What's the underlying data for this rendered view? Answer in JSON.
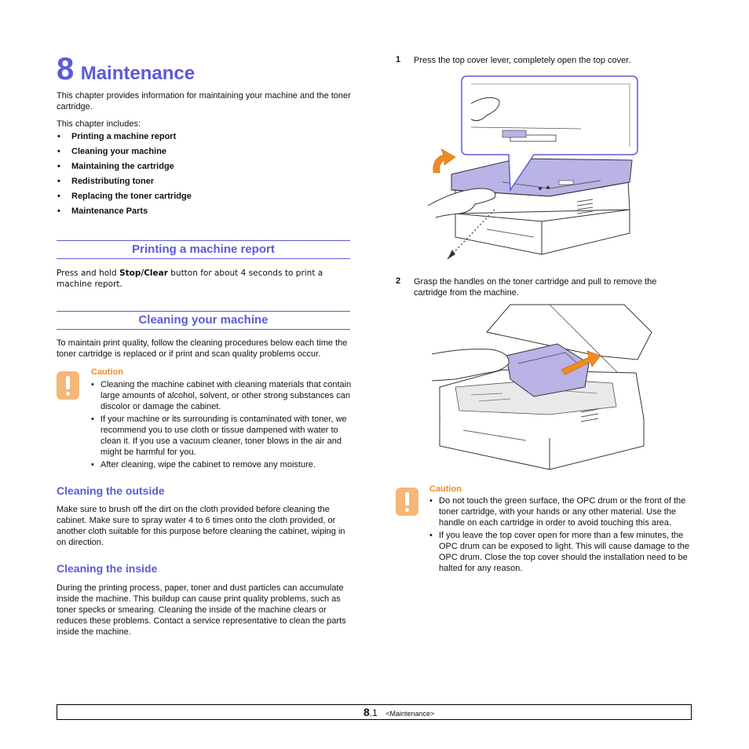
{
  "chapter": {
    "number": "8",
    "title": "Maintenance"
  },
  "intro": {
    "p1": "This chapter provides information for maintaining your machine and the toner cartridge.",
    "p2": "This chapter includes:",
    "items": [
      "Printing a machine report",
      "Cleaning your machine",
      "Maintaining the cartridge",
      "Redistributing toner",
      "Replacing the toner cartridge",
      "Maintenance Parts"
    ]
  },
  "printing": {
    "heading": "Printing a machine report",
    "text_a": "Press and hold ",
    "text_bold": "Stop/Clear",
    "text_b": " button for about 4 seconds to print a machine report."
  },
  "cleaning": {
    "heading": "Cleaning your machine",
    "text": "To maintain print quality, follow the cleaning procedures below each time the toner cartridge is replaced or if print and scan quality problems occur.",
    "caution": {
      "title": "Caution",
      "items": [
        "Cleaning the machine cabinet with cleaning materials that contain large amounts of alcohol, solvent, or other strong substances can discolor or damage the cabinet.",
        "If your machine or its surrounding is contaminated with toner, we recommend you to use cloth or tissue dampened with water to clean it. If you use a vacuum cleaner, toner blows in the air and might be harmful for you.",
        "After cleaning, wipe the cabinet to remove any moisture."
      ]
    }
  },
  "outside": {
    "heading": "Cleaning the outside",
    "text": "Make sure to brush off the dirt on the cloth provided before cleaning the cabinet. Make sure to spray water 4 to 6 times onto the cloth provided, or another cloth suitable for this purpose before cleaning the cabinet, wiping in on direction."
  },
  "inside": {
    "heading": "Cleaning the inside",
    "text": "During the printing process, paper, toner and dust particles can accumulate inside the machine. This buildup can cause print quality problems, such as toner specks or smearing. Cleaning the inside of the machine clears or reduces these problems. Contact a service representative to clean the parts inside the machine."
  },
  "steps": [
    {
      "num": "1",
      "text": "Press the top cover lever, completely open the top cover."
    },
    {
      "num": "2",
      "text": "Grasp the handles on the toner cartridge and pull to remove the cartridge from the machine."
    }
  ],
  "caution2": {
    "title": "Caution",
    "items": [
      "Do not touch the green surface, the OPC drum or the front of the toner cartridge, with your hands or any other material. Use the handle on each cartridge in order to avoid touching this area.",
      "If you leave the top cover open for more than a few minutes, the OPC drum can be exposed to light. This will cause damage to the OPC drum. Close the top cover should the installation need to be halted for any reason."
    ]
  },
  "footer": {
    "page_major": "8",
    "page_minor": ".1",
    "tag": "<Maintenance>"
  },
  "colors": {
    "accent": "#5b5bd6",
    "caution": "#f08c1f",
    "caution_icon": "#f5b777",
    "illustration": "#b9b3e6"
  }
}
